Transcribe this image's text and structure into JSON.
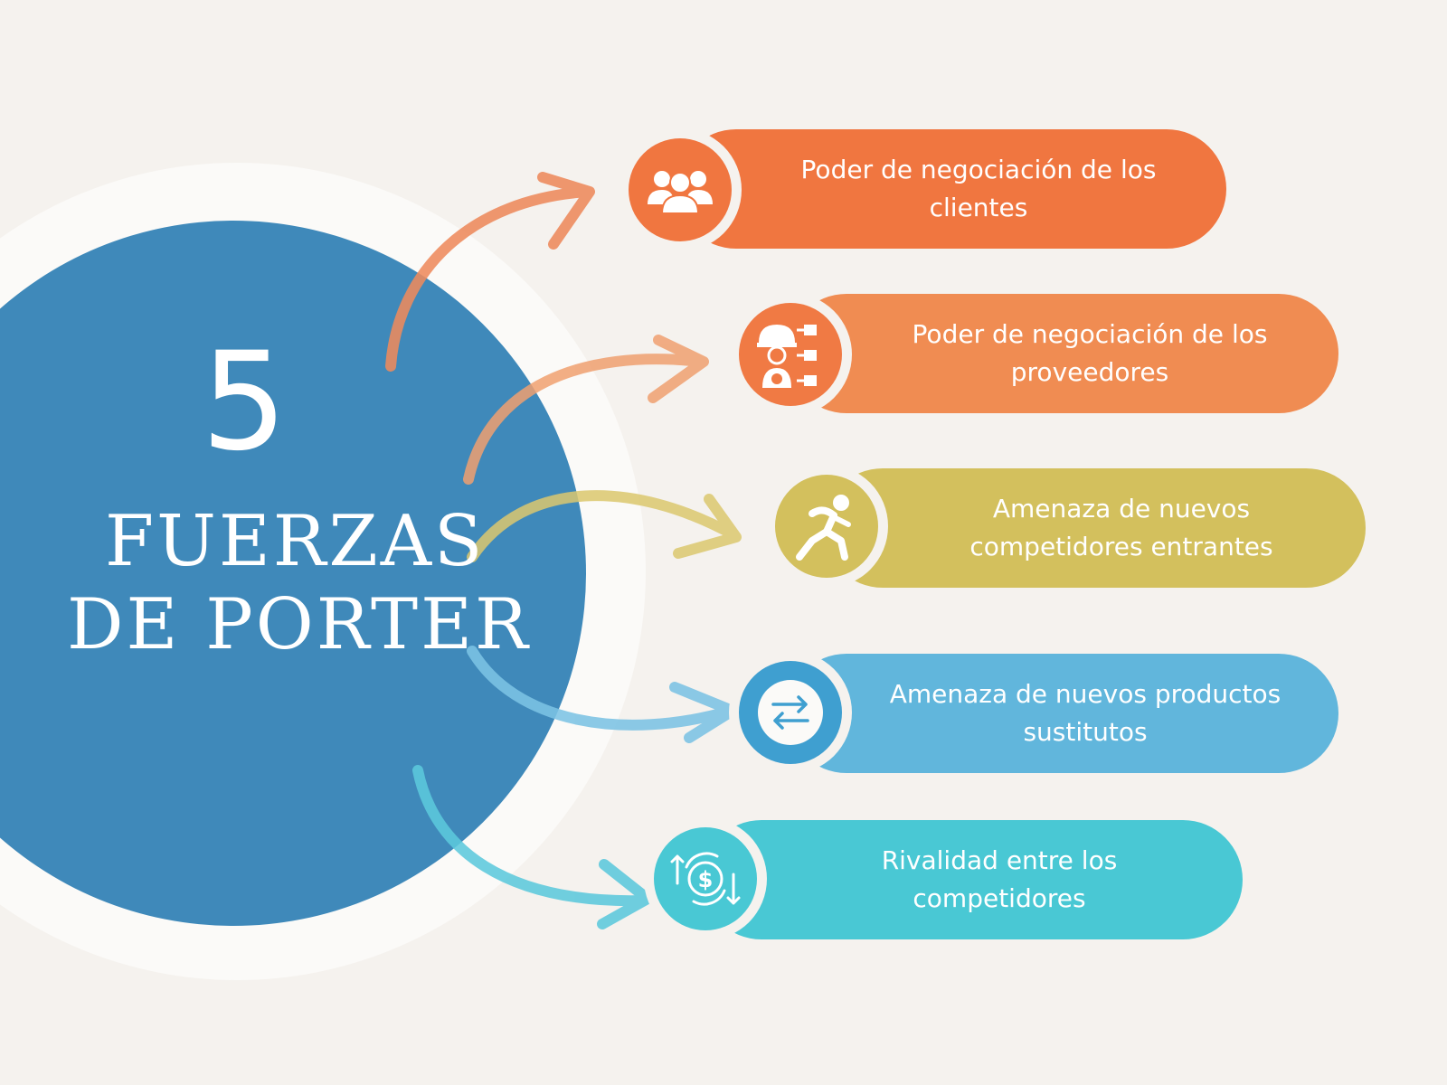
{
  "title": {
    "number": "5",
    "line1": "FUERZAS",
    "line2": "DE PORTER"
  },
  "colors": {
    "background": "#f5f2ee",
    "main_circle": "#3f89ba",
    "halo": "#fbfaf8",
    "force_1": "#f07640",
    "force_2": "#f08c52",
    "force_3": "#d3c05d",
    "force_4": "#61b6dc",
    "force_5": "#49c8d4"
  },
  "forces": [
    {
      "label": "Poder de negociación de los\nclientes",
      "icon": "group-of-people-icon"
    },
    {
      "label": "Poder de negociación de los\nproveedores",
      "icon": "supplier-worker-icon"
    },
    {
      "label": "Amenaza de nuevos\ncompetidores entrantes",
      "icon": "running-person-icon"
    },
    {
      "label": "Amenaza de nuevos productos\nsustitutos",
      "icon": "swap-arrows-icon"
    },
    {
      "label": "Rivalidad entre los\ncompetidores",
      "icon": "dollar-exchange-icon"
    }
  ]
}
